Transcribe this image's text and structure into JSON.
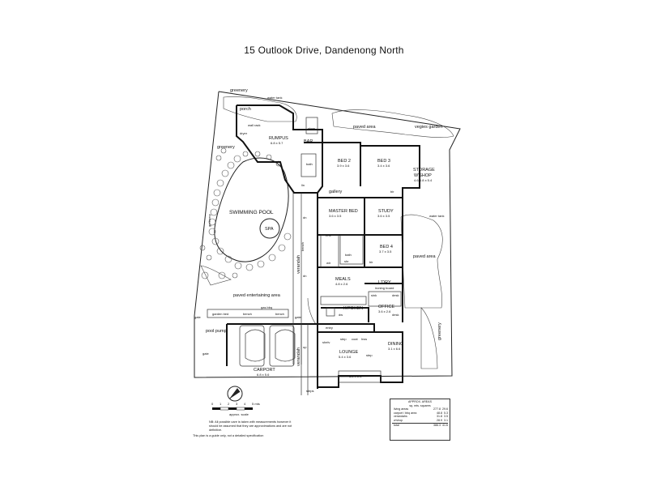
{
  "title": "15 Outlook Drive, Dandenong North",
  "rooms": {
    "rumpus": {
      "name": "RUMPUS",
      "size": "6.8 x 5.7"
    },
    "bar": {
      "name": "BAR"
    },
    "bed2": {
      "name": "BED 2",
      "size": "3.9 x 3.6"
    },
    "bed3": {
      "name": "BED 3",
      "size": "3.4 x 3.6"
    },
    "storage": {
      "name": "STORAGE",
      "name2": "W'SHOP",
      "size": "4.6-6.8 x 5.4"
    },
    "master": {
      "name": "MASTER BED",
      "size": "3.6 x 3.5"
    },
    "study": {
      "name": "STUDY",
      "size": "3.6 x 3.5"
    },
    "bed4": {
      "name": "BED 4",
      "size": "3.7 x 3.5"
    },
    "meals": {
      "name": "MEALS",
      "size": "4.8 x 2.6"
    },
    "ldry": {
      "name": "L'DRY"
    },
    "kitchen": {
      "name": "KITCHEN"
    },
    "office": {
      "name": "OFFICE",
      "size": "3.6 x 2.6"
    },
    "dining": {
      "name": "DINING",
      "size": "3.1 x 6.6"
    },
    "lounge": {
      "name": "LOUNGE",
      "size": "5.4 x 3.6"
    },
    "carport": {
      "name": "CARPORT",
      "size": "6.8 x 5.6"
    },
    "pool": {
      "name": "SWIMMING POOL"
    },
    "spa": {
      "name": "SPA"
    },
    "bay": {
      "size": "3.2 x 1.1"
    }
  },
  "labels": {
    "greenery": "greenery",
    "porch": "porch",
    "water_tank": "water tank",
    "paved_area": "paved area",
    "vegies_garden": "vegies garden",
    "gallery": "gallery",
    "paved_entertaining": "paved entertaining area",
    "verandah": "verandah",
    "garden_bed": "garden bed",
    "bench": "bench",
    "gas_bbq": "gas bbq",
    "gate": "gate",
    "pool_pump": "pool pump",
    "entry": "entry",
    "steps": "steps",
    "step": "step",
    "store": "store",
    "lin": "lin",
    "bath": "bath",
    "ens": "ens",
    "wir": "wir",
    "shr": "shr",
    "bir": "bir",
    "ldry_ironing": "ironing board",
    "ldry_sink": "sink",
    "desk": "desk",
    "dw": "dw",
    "shelv": "shelv",
    "lin_coat": "coat",
    "hws": "hws",
    "dn": "dn",
    "up": "up",
    "wall_rack": "wall rack",
    "dryer": "dryer"
  },
  "scale": {
    "ticks": [
      "0",
      "1",
      "2",
      "3",
      "4",
      "5 mts"
    ],
    "label": "approx. scale"
  },
  "notes": {
    "nb": "NB: All possible care is taken with measurements however it should be assumed that they are approximations and are not definitive.",
    "guide": "This plan is a guide only, not a detailed specification"
  },
  "areas": {
    "heading": "APPROX. AREAS",
    "units": "sq. mts.   squares",
    "rows": [
      {
        "label": "living areas",
        "sqm": "277.8",
        "sq": "29.6"
      },
      {
        "label": "carport / bbq area",
        "sqm": "48.8",
        "sq": "5.3"
      },
      {
        "label": "verandahs",
        "sqm": "31.8",
        "sq": "3.5"
      },
      {
        "label": "w'shop",
        "sqm": "28.9",
        "sq": "3.1"
      }
    ],
    "total": {
      "label": "total",
      "sqm": "386.3",
      "sq": "41.6"
    }
  }
}
